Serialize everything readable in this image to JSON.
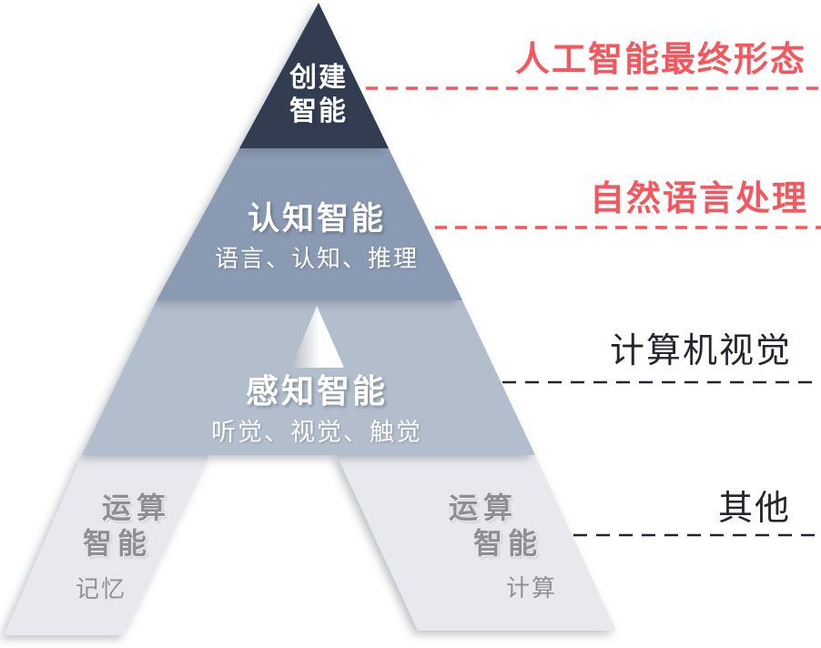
{
  "colors": {
    "level1_bg": "#333e51",
    "level2_bg": "#8b9ab3",
    "level3_bg": "#b3becd",
    "leg_bg": "#e7e9ee",
    "accent_red": "#f5575e",
    "label_dark": "#23262e",
    "band_text": "#ffffff",
    "leg_title_text": "#8e8f94",
    "leg_subtitle_text": "#909197"
  },
  "pyramid": {
    "shape": "letter-A-pyramid",
    "levels": [
      {
        "name": "创建智能",
        "title": "创建\n智能",
        "subtitle": "",
        "annotation": "人工智能最终形态"
      },
      {
        "name": "认知智能",
        "title": "认知智能",
        "subtitle": "语言、认知、推理",
        "annotation": "自然语言处理"
      },
      {
        "name": "感知智能",
        "title": "感知智能",
        "subtitle": "听觉、视觉、触觉",
        "annotation": "计算机视觉"
      },
      {
        "name": "运算智能",
        "title_line1": "运算",
        "title_line2": "智能",
        "left_subtitle": "记忆",
        "right_subtitle": "计算",
        "annotation": "其他"
      }
    ]
  },
  "right_labels": [
    {
      "text": "人工智能最终形态",
      "style": "red"
    },
    {
      "text": "自然语言处理",
      "style": "red"
    },
    {
      "text": "计算机视觉",
      "style": "dark"
    },
    {
      "text": "其他",
      "style": "dark"
    }
  ]
}
